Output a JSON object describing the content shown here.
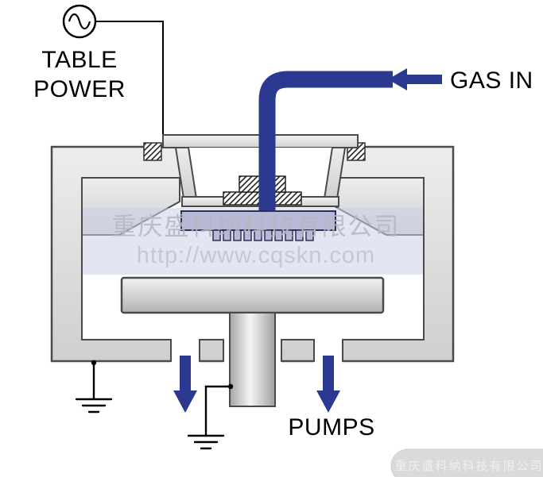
{
  "labels": {
    "table_power_line1": "TABLE",
    "table_power_line2": "POWER",
    "gas_in": "GAS IN",
    "pumps": "PUMPS"
  },
  "watermark": {
    "company": "重庆盛科纳科技有限公司",
    "url": "http://www.cqskn.com",
    "footer": "重庆盛科纳科技有限公司"
  },
  "colors": {
    "flow_accent": "#2b3990",
    "chamber_stroke": "#4a4a4a",
    "showerhead_fill": "#b7b9d8",
    "showerhead_stroke": "#2f2f55",
    "plasma_band": "#ccd0e8"
  }
}
